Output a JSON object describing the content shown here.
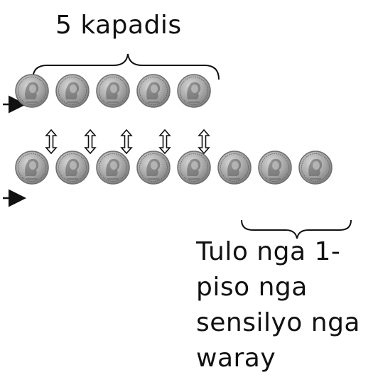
{
  "title_label": "5 kapadis",
  "remainder_label": {
    "lines": [
      "Tulo nga 1-",
      "piso nga",
      "sensilyo nga",
      "waray"
    ]
  },
  "top_row": {
    "coin_count": 5
  },
  "bottom_row": {
    "coin_count": 8,
    "matched_count": 5
  },
  "coin_icon": "one-peso-coin-icon",
  "colors": {
    "coin_face": "#a9a9a9",
    "coin_rim": "#6f6f6f",
    "coin_dark": "#5a5a5a",
    "line": "#111111"
  }
}
